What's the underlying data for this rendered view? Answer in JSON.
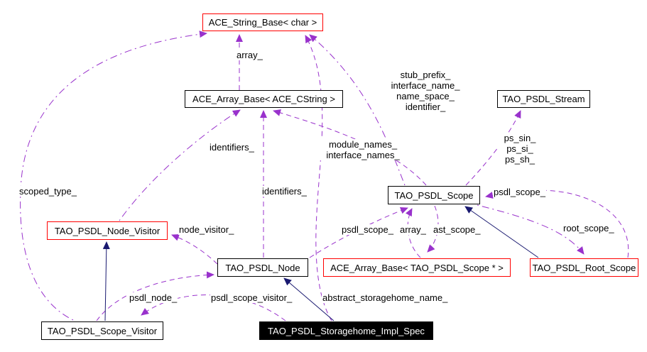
{
  "diagram": {
    "type": "collaboration-graph",
    "colors": {
      "usage_edge": "#9932cc",
      "inheritance_edge": "#191970",
      "node_border": "#000000",
      "highlight_border": "#ff0000",
      "focus_node_bg": "#000000",
      "focus_node_text": "#ffffff",
      "background": "#ffffff"
    },
    "nodes": [
      {
        "id": "ace-string-base",
        "label": "ACE_String_Base< char >",
        "border": "#ff0000"
      },
      {
        "id": "ace-array-base-cstring",
        "label": "ACE_Array_Base< ACE_CString >",
        "border": "#000000"
      },
      {
        "id": "tao-psdl-stream",
        "label": "TAO_PSDL_Stream",
        "border": "#000000"
      },
      {
        "id": "tao-psdl-scope",
        "label": "TAO_PSDL_Scope",
        "border": "#000000"
      },
      {
        "id": "tao-psdl-node-visitor",
        "label": "TAO_PSDL_Node_Visitor",
        "border": "#ff0000"
      },
      {
        "id": "tao-psdl-node",
        "label": "TAO_PSDL_Node",
        "border": "#000000"
      },
      {
        "id": "ace-array-base-scope",
        "label": "ACE_Array_Base< TAO_PSDL_Scope * >",
        "border": "#ff0000"
      },
      {
        "id": "tao-psdl-root-scope",
        "label": "TAO_PSDL_Root_Scope",
        "border": "#ff0000"
      },
      {
        "id": "tao-psdl-scope-visitor",
        "label": "TAO_PSDL_Scope_Visitor",
        "border": "#000000"
      },
      {
        "id": "tao-psdl-storagehome-impl-spec",
        "label": "TAO_PSDL_Storagehome_Impl_Spec",
        "border": "#000000",
        "focus": true
      }
    ],
    "edge_labels": {
      "array_top": "array_",
      "stub_block": "stub_prefix_\ninterface_name_\nname_space_\nidentifier_",
      "identifiers_upper": "identifiers_",
      "module_block": "module_names_\ninterface_names_",
      "ps_block": "ps_sin_\nps_si_\nps_sh_",
      "scoped_type": "scoped_type_",
      "identifiers_lower": "identifiers_",
      "psdl_scope_right": "psdl_scope_",
      "node_visitor": "node_visitor_",
      "psdl_scope_mid": "psdl_scope_",
      "array_mid": "array_",
      "ast_scope": "ast_scope_",
      "root_scope": "root_scope_",
      "psdl_node": "psdl_node_",
      "psdl_scope_visitor": "psdl_scope_visitor_",
      "abstract_storagehome_name": "abstract_storagehome_name_"
    }
  }
}
